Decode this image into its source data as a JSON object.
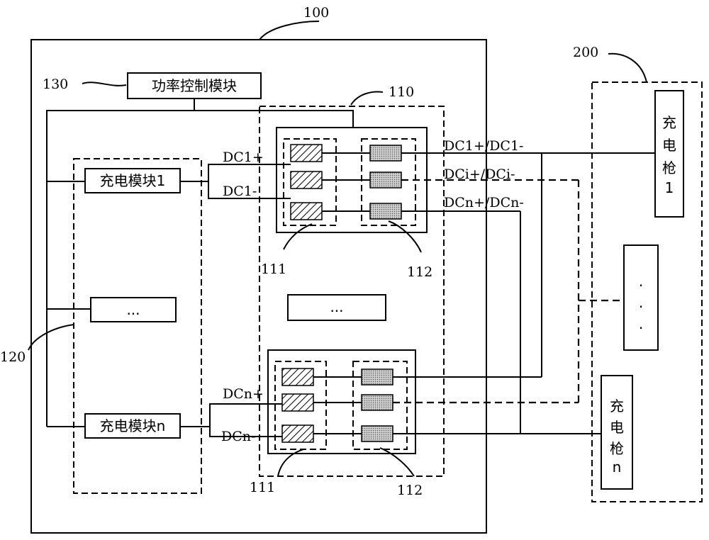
{
  "labels": {
    "station": "100",
    "gun_group": "200",
    "switch_matrix": "110",
    "module_group": "120",
    "power_ctrl_ref": "130",
    "relay_ref_top": "111",
    "contactor_ref_top": "112",
    "relay_ref_bottom": "111",
    "contactor_ref_bottom": "112"
  },
  "blocks": {
    "power_control": "功率控制模块",
    "charging_module_1": "充电模块1",
    "charging_module_mid": "...",
    "charging_module_n": "充电模块n",
    "matrix_mid": "...",
    "gun_1": [
      "充",
      "电",
      "枪",
      "1"
    ],
    "gun_mid": [
      "·",
      "·",
      "·"
    ],
    "gun_n": [
      "充",
      "电",
      "枪",
      "n"
    ]
  },
  "buses": {
    "dc1_plus": "DC1+",
    "dc1_minus": "DC1-",
    "dcn_plus": "DCn+",
    "dcn_minus": "DCn-",
    "out_1": "DC1+/DC1-",
    "out_i": "DCi+/DCi-",
    "out_n": "DCn+/DCn-"
  }
}
